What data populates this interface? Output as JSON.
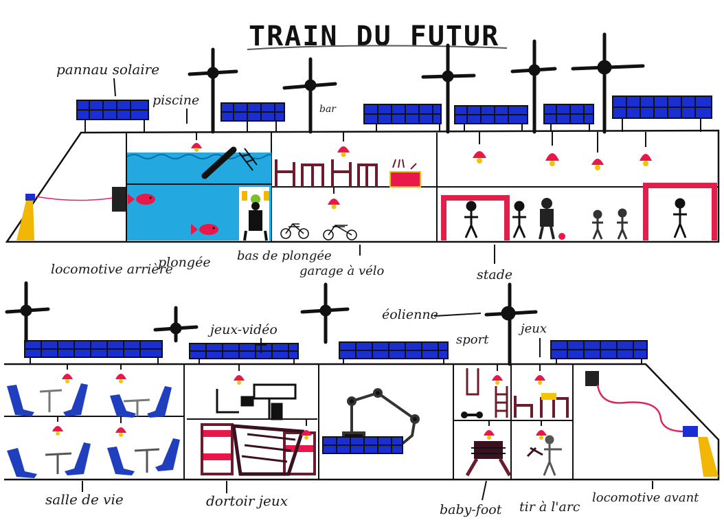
{
  "title": "TRAIN DU FUTUR",
  "labels": {
    "panneau_solaire": "pannau solaire",
    "piscine": "piscine",
    "bar": "bar",
    "locomotive_arriere": "locomotive arrière",
    "plongee": "plongée",
    "bas_de_plongee": "bas de plongée",
    "garage_a_velo": "garage à vélo",
    "stade": "stade",
    "eolienne": "éolienne",
    "jeux_video": "jeux-vidéo",
    "sport": "sport",
    "jeux": "jeux",
    "salle_de_vie": "salle de vie",
    "dortoir_jeux": "dortoir jeux",
    "baby_foot": "baby-foot",
    "tir_a_larc": "tir à l'arc",
    "locomotive_avant": "locomotive avant"
  },
  "colors": {
    "ink": "#111111",
    "solar_panel": "#1a2fd1",
    "water": "#23a8e0",
    "lamp": "#e8194a",
    "bulb": "#f5c400",
    "stadium_goal": "#e21f4b",
    "furniture": "#6b1d2e",
    "seat": "#1f3fbf",
    "cable": "#e0245e",
    "headlight": "#f2b705"
  }
}
